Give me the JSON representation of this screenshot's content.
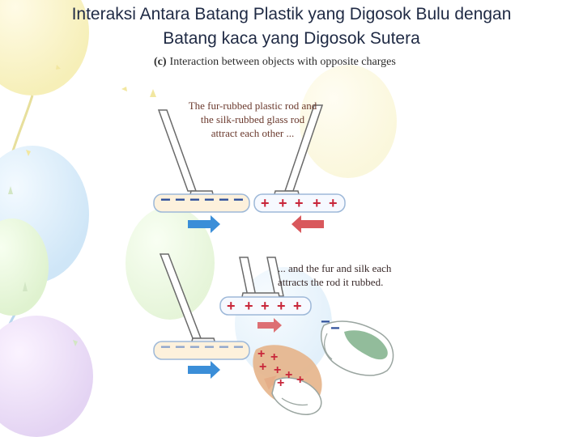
{
  "slide": {
    "title_line1": "Interaksi Antara Batang Plastik yang Digosok Bulu dengan",
    "title_line2": "Batang kaca yang Digosok Sutera"
  },
  "figure": {
    "label": "(c)",
    "heading": "Interaction between objects with opposite charges",
    "caption_top": "The fur-rubbed plastic rod and the silk-rubbed glass rod attract each other ...",
    "caption_bottom": "... and the fur and silk each attracts the rod it rubbed.",
    "negative_sign": "−",
    "positive_sign": "+",
    "colors": {
      "arrow_blue": "#3b8ed8",
      "arrow_red": "#d9585c",
      "charge_blue": "#2e4f9a",
      "charge_red": "#c8263a",
      "fur": "#d9a47a",
      "silk": "#7fb08a"
    }
  }
}
